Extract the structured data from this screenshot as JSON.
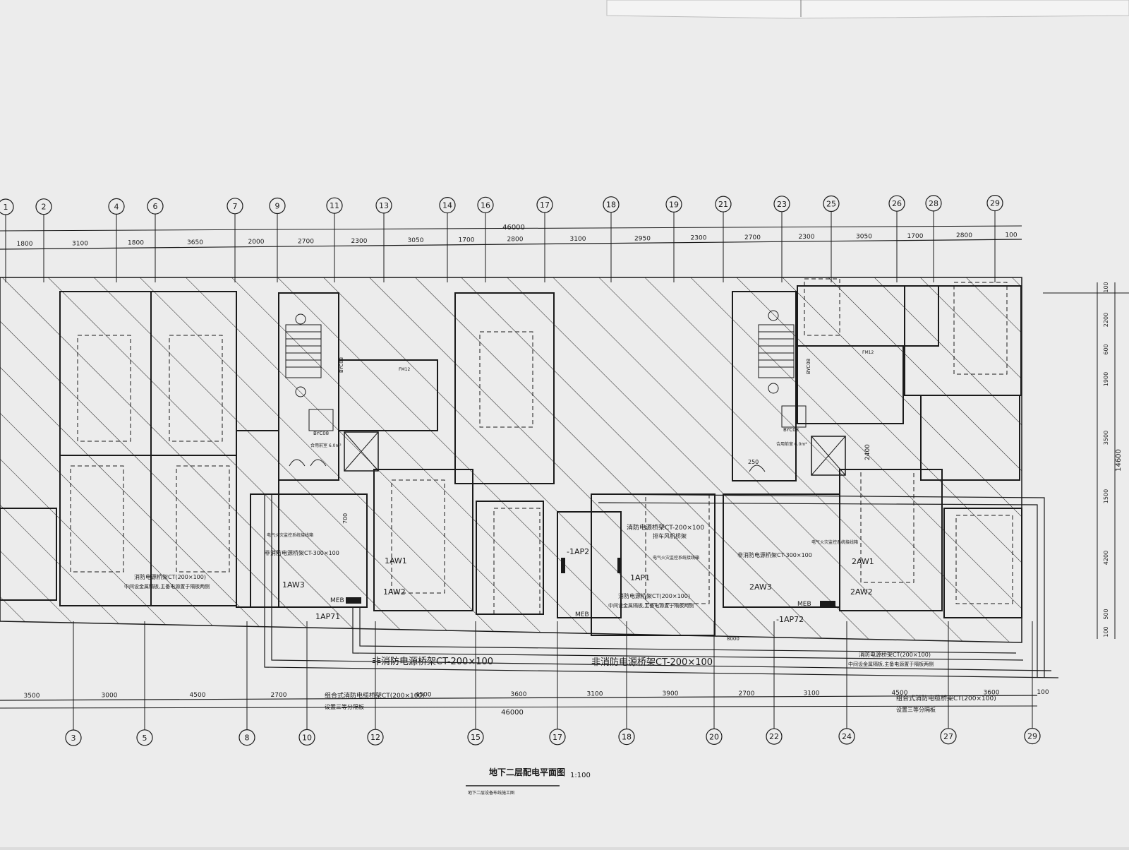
{
  "drawing": {
    "title": "地下二层配电平面图",
    "scale": "1:100",
    "subtitle": "地下二层设备布线施工图",
    "total_dimension": "46000",
    "colors": {
      "paper": "#ededed",
      "ink": "#1a1a1a",
      "background": "#d6d6d6"
    }
  },
  "top_axes": [
    "1",
    "2",
    "4",
    "6",
    "7",
    "9",
    "11",
    "13",
    "14",
    "16",
    "17",
    "18",
    "19",
    "21",
    "23",
    "25",
    "26",
    "28",
    "29"
  ],
  "top_dims": [
    "1800",
    "3100",
    "1800",
    "3650",
    "2000",
    "2700",
    "2300",
    "3050",
    "1700",
    "2800",
    "3100",
    "2950",
    "2300",
    "2700",
    "2300",
    "3050",
    "1700",
    "2800",
    "100"
  ],
  "bottom_axes": [
    "3",
    "5",
    "8",
    "10",
    "12",
    "15",
    "17",
    "18",
    "20",
    "22",
    "24",
    "27",
    "29"
  ],
  "bottom_dims": [
    "3500",
    "3000",
    "4500",
    "2700",
    "4500",
    "3600",
    "3100",
    "3900",
    "2700",
    "3100",
    "4500",
    "3600",
    "100"
  ],
  "right_dims": [
    "100",
    "2200",
    "600",
    "1900",
    "3500",
    "1500",
    "4200",
    "500",
    "100"
  ],
  "right_total": "14600",
  "stair_labels": {
    "byc1": "BYC08",
    "byc2": "BYC08",
    "byc3": "BYC08",
    "byc4": "BYC08",
    "shaft1": "合用前室 6.0m²",
    "shaft2": "合用前室 6.0m²",
    "fm1": "FM12",
    "fm2": "FM12"
  },
  "panels": [
    {
      "id": "1AP2",
      "label": "-1AP2"
    },
    {
      "id": "1AP1",
      "label": "1AP1"
    },
    {
      "id": "1AW1",
      "label": "1AW1"
    },
    {
      "id": "1AW2",
      "label": "1AW2"
    },
    {
      "id": "1AW3",
      "label": "1AW3"
    },
    {
      "id": "1AP71",
      "label": "1AP71"
    },
    {
      "id": "2AW1",
      "label": "2AW1"
    },
    {
      "id": "2AW2",
      "label": "2AW2"
    },
    {
      "id": "2AW3",
      "label": "2AW3"
    },
    {
      "id": "1AP72",
      "label": "-1AP72"
    },
    {
      "id": "MEB1",
      "label": "MEB"
    },
    {
      "id": "MEB2",
      "label": "MEB"
    },
    {
      "id": "MEB3",
      "label": "MEB"
    }
  ],
  "annotations": {
    "tray_fire_1": "消防电源桥架CT-200×100",
    "tray_fire_1b": "排车风机桥架",
    "tray_nonfire_small_1": "非消防电源桥架CT-300×100",
    "tray_nonfire_small_2": "非消防电源桥架CT-300×100",
    "tray_mixed_1": "消防电源桥架CT(200×100)",
    "tray_mixed_1b": "中间设金属隔板,主备电源置于隔板两侧",
    "tray_mixed_2": "消防电源桥架CT(200×100)",
    "tray_mixed_2b": "中间设金属隔板,主备电源置于隔板两侧",
    "tray_mixed_3": "消防电源桥架CT(200×100)",
    "tray_mixed_3b": "中间设金属隔板,主备电源置于隔板两侧",
    "tray_nonfire_long_1": "非消防电源桥架CT-200×100",
    "tray_nonfire_long_2": "非消防电源桥架CT-200×100",
    "tray_combo_1": "组合式消防电缆桥架CT(200×100)",
    "tray_combo_1b": "设置三等分隔板",
    "tray_combo_2": "组合式消防电缆桥架CT(200×100)",
    "tray_combo_2b": "设置三等分隔板",
    "fire_alarm_1": "电气火灾监控系统接线箱",
    "fire_alarm_2": "电气火灾监控系统接线箱",
    "fire_alarm_3": "电气火灾监控系统接线箱",
    "dim_700": "700",
    "dim_2400": "2400",
    "dim_250": "250",
    "dim_8000": "8000"
  }
}
